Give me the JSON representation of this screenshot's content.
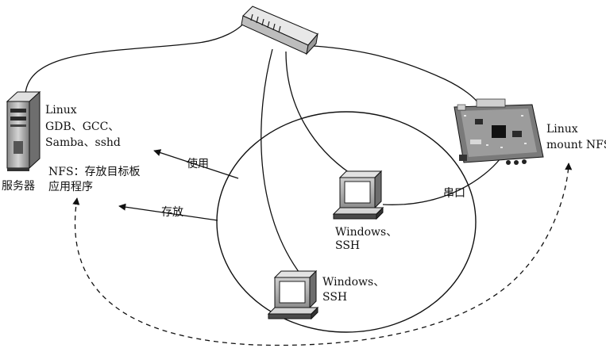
{
  "server": {
    "caption": "服务器",
    "os": "Linux",
    "software": "GDB、GCC、",
    "services": "Samba、sshd",
    "nfs": "NFS：存放目标板",
    "apps": "应用程序"
  },
  "arrows": {
    "use_label": "使用",
    "store_label": "存放"
  },
  "board": {
    "os": "Linux",
    "mount": "mount NFS"
  },
  "serial_label": "串口",
  "pc1": {
    "line1": "Windows、",
    "line2": "SSH"
  },
  "pc2": {
    "line1": "Windows、",
    "line2": "SSH"
  }
}
